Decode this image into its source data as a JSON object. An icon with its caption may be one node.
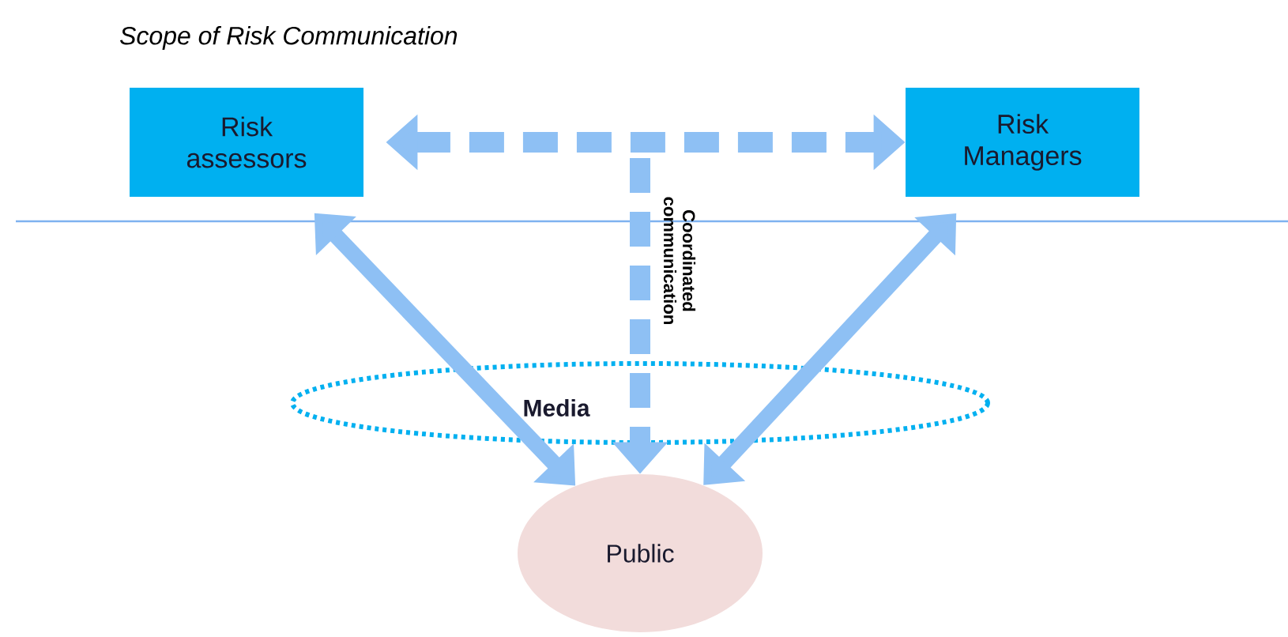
{
  "diagram": {
    "title": "Scope of Risk Communication",
    "nodes": [
      {
        "text": [
          "Risk assessors"
        ]
      },
      {
        "text": [
          "Risk Managers"
        ]
      },
      {
        "text": [
          "Media"
        ]
      },
      {
        "text": [
          "Public"
        ]
      }
    ],
    "edges": [
      {
        "from": 0,
        "to": 1,
        "arrow": "both",
        "style": "dashed"
      },
      {
        "from": null,
        "to": 3,
        "arrow": "to",
        "style": "dashed",
        "label": "Coordinated communication"
      },
      {
        "from": 0,
        "to": 3,
        "arrow": "both"
      },
      {
        "from": 1,
        "to": 3,
        "arrow": "both"
      }
    ]
  }
}
